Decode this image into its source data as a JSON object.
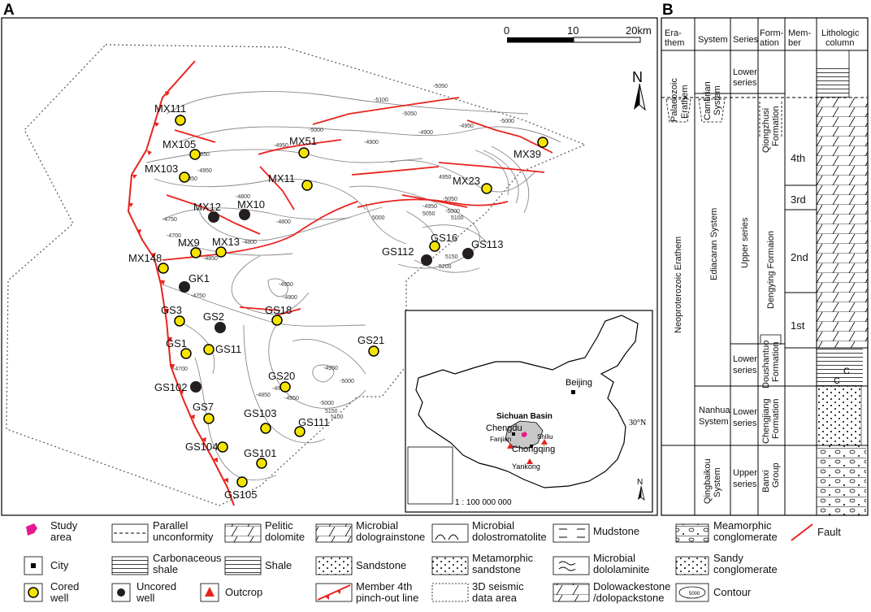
{
  "panels": {
    "a": "A",
    "b": "B"
  },
  "scale_bar": {
    "ticks": [
      "0",
      "10",
      "20km"
    ]
  },
  "north": "N",
  "wells": [
    {
      "name": "MX111",
      "cored": true
    },
    {
      "name": "MX105",
      "cored": true
    },
    {
      "name": "MX103",
      "cored": true
    },
    {
      "name": "MX51",
      "cored": true
    },
    {
      "name": "MX11",
      "cored": true
    },
    {
      "name": "MX39",
      "cored": true
    },
    {
      "name": "MX23",
      "cored": true
    },
    {
      "name": "MX12",
      "cored": false
    },
    {
      "name": "MX10",
      "cored": false
    },
    {
      "name": "MX9",
      "cored": true
    },
    {
      "name": "MX13",
      "cored": true
    },
    {
      "name": "MX148",
      "cored": true
    },
    {
      "name": "GS16",
      "cored": true
    },
    {
      "name": "GS113",
      "cored": false
    },
    {
      "name": "GS112",
      "cored": false
    },
    {
      "name": "GK1",
      "cored": false
    },
    {
      "name": "GS3",
      "cored": true
    },
    {
      "name": "GS2",
      "cored": false
    },
    {
      "name": "GS18",
      "cored": true
    },
    {
      "name": "GS21",
      "cored": true
    },
    {
      "name": "GS1",
      "cored": true
    },
    {
      "name": "GS11",
      "cored": true
    },
    {
      "name": "GS102",
      "cored": false
    },
    {
      "name": "GS20",
      "cored": true
    },
    {
      "name": "GS7",
      "cored": true
    },
    {
      "name": "GS103",
      "cored": true
    },
    {
      "name": "GS111",
      "cored": true
    },
    {
      "name": "GS104",
      "cored": true
    },
    {
      "name": "GS101",
      "cored": true
    },
    {
      "name": "GS105",
      "cored": true
    }
  ],
  "contours": [
    "-5050",
    "-5100",
    "-5050",
    "-5000",
    "-4950",
    "-5000",
    "-4900",
    "-4950",
    "-4850",
    "-4900",
    "-4850",
    "-4800",
    "-4750",
    "-4700",
    "-4800",
    "-4800",
    "-4850",
    "-4950",
    "-4900",
    "-4750",
    "-4700",
    "-4950",
    "-5000",
    "-4850",
    "-4900",
    "-4950",
    "-5000",
    "5150",
    "5100",
    "4950",
    "5050",
    "-5050",
    "-4950",
    "-5000",
    "5100",
    "5000",
    "5150",
    "5200",
    "-4950"
  ],
  "inset": {
    "beijing": "Beijing",
    "sichuan_basin": "Sichuan Basin",
    "chengdu": "Chengdu",
    "shiliu": "Shiliu",
    "fanjian": "Fanjian",
    "chongqing": "Chongqing",
    "yankong": "Yankong",
    "lat": "30°N",
    "scale": "1 : 100 000 000",
    "north": "N"
  },
  "column": {
    "headers": {
      "erathem": [
        "Era-",
        "them"
      ],
      "system": "System",
      "series": "Series",
      "formation": [
        "Form-",
        "ation"
      ],
      "member": [
        "Mem-",
        "ber"
      ],
      "litho": [
        "Lithologic",
        "column"
      ]
    },
    "erathem_paleo": [
      "Palaeozoic",
      "Erathem"
    ],
    "erathem_neo": "Neoproterozoic  Erathem",
    "system_cambrian": [
      "Cambrian",
      "System"
    ],
    "system_ediacaran": "Ediacaran  System",
    "system_nanhua": [
      "Nanhua",
      "System"
    ],
    "system_qingbaikou": [
      "Qingbaikou",
      "System"
    ],
    "series": {
      "lower_cambrian": [
        "Lower",
        "series"
      ],
      "upper_ediacaran": "Upper series",
      "lower_ediacaran": [
        "Lower",
        "series"
      ],
      "lower_nanhua": [
        "Lower",
        "series"
      ],
      "upper_qingbaikou": [
        "Upper",
        "series"
      ]
    },
    "formations": {
      "qiongzhusi": [
        "Qiongzhusi",
        "Formation"
      ],
      "dengying": "Dengying Formaion",
      "doushantuo": [
        "Doushantuo",
        "Formation"
      ],
      "chengjiang": [
        "Chengjiang",
        "Formation"
      ],
      "banxi": [
        "Banxi",
        "Group"
      ]
    },
    "members": [
      "4th",
      "3rd",
      "2nd",
      "1st"
    ],
    "c_marks": [
      "C",
      "C"
    ]
  },
  "legend": [
    {
      "key": "study",
      "lines": [
        "Study",
        "area"
      ]
    },
    {
      "key": "unconf",
      "lines": [
        "Parallel",
        "unconformity"
      ]
    },
    {
      "key": "pelitic",
      "lines": [
        "Pelitic",
        "dolomite"
      ]
    },
    {
      "key": "dolograin",
      "lines": [
        "Microbial",
        "dolograinstone"
      ]
    },
    {
      "key": "dolostrom",
      "lines": [
        "Microbial",
        "dolostromatolite"
      ]
    },
    {
      "key": "mudstone",
      "lines": [
        "Mudstone"
      ]
    },
    {
      "key": "meta_cong",
      "lines": [
        "Meamorphic",
        "conglomerate"
      ]
    },
    {
      "key": "fault",
      "lines": [
        "Fault"
      ]
    },
    {
      "key": "city",
      "lines": [
        "City"
      ]
    },
    {
      "key": "carb_shale",
      "lines": [
        "Carbonaceous",
        "shale"
      ]
    },
    {
      "key": "shale",
      "lines": [
        "Shale"
      ]
    },
    {
      "key": "sandstone",
      "lines": [
        "Sandstone"
      ]
    },
    {
      "key": "meta_sand",
      "lines": [
        "Metamorphic",
        "sandstone"
      ]
    },
    {
      "key": "dololam",
      "lines": [
        "Microbial",
        "dololaminite"
      ]
    },
    {
      "key": "sandy_cong",
      "lines": [
        "Sandy",
        "conglomerate"
      ]
    },
    {
      "key": "cored",
      "lines": [
        "Cored",
        "well"
      ]
    },
    {
      "key": "uncored",
      "lines": [
        "Uncored",
        "well"
      ]
    },
    {
      "key": "outcrop",
      "lines": [
        "Outcrop"
      ]
    },
    {
      "key": "pinchout",
      "lines": [
        "Member 4th",
        "pinch-out line"
      ]
    },
    {
      "key": "seismic",
      "lines": [
        "3D seismic",
        "data area"
      ]
    },
    {
      "key": "dolowack",
      "lines": [
        "Dolowackestone",
        "/dolopackstone"
      ]
    },
    {
      "key": "contour",
      "lines": [
        "Contour"
      ]
    },
    {
      "key": "contour_val",
      "lines": [
        "5000"
      ]
    }
  ],
  "colors": {
    "fault": "#e8231e",
    "cored": "#f5e400",
    "uncored": "#231f20",
    "study": "#e6198c",
    "basin": "#c8c8c8"
  }
}
